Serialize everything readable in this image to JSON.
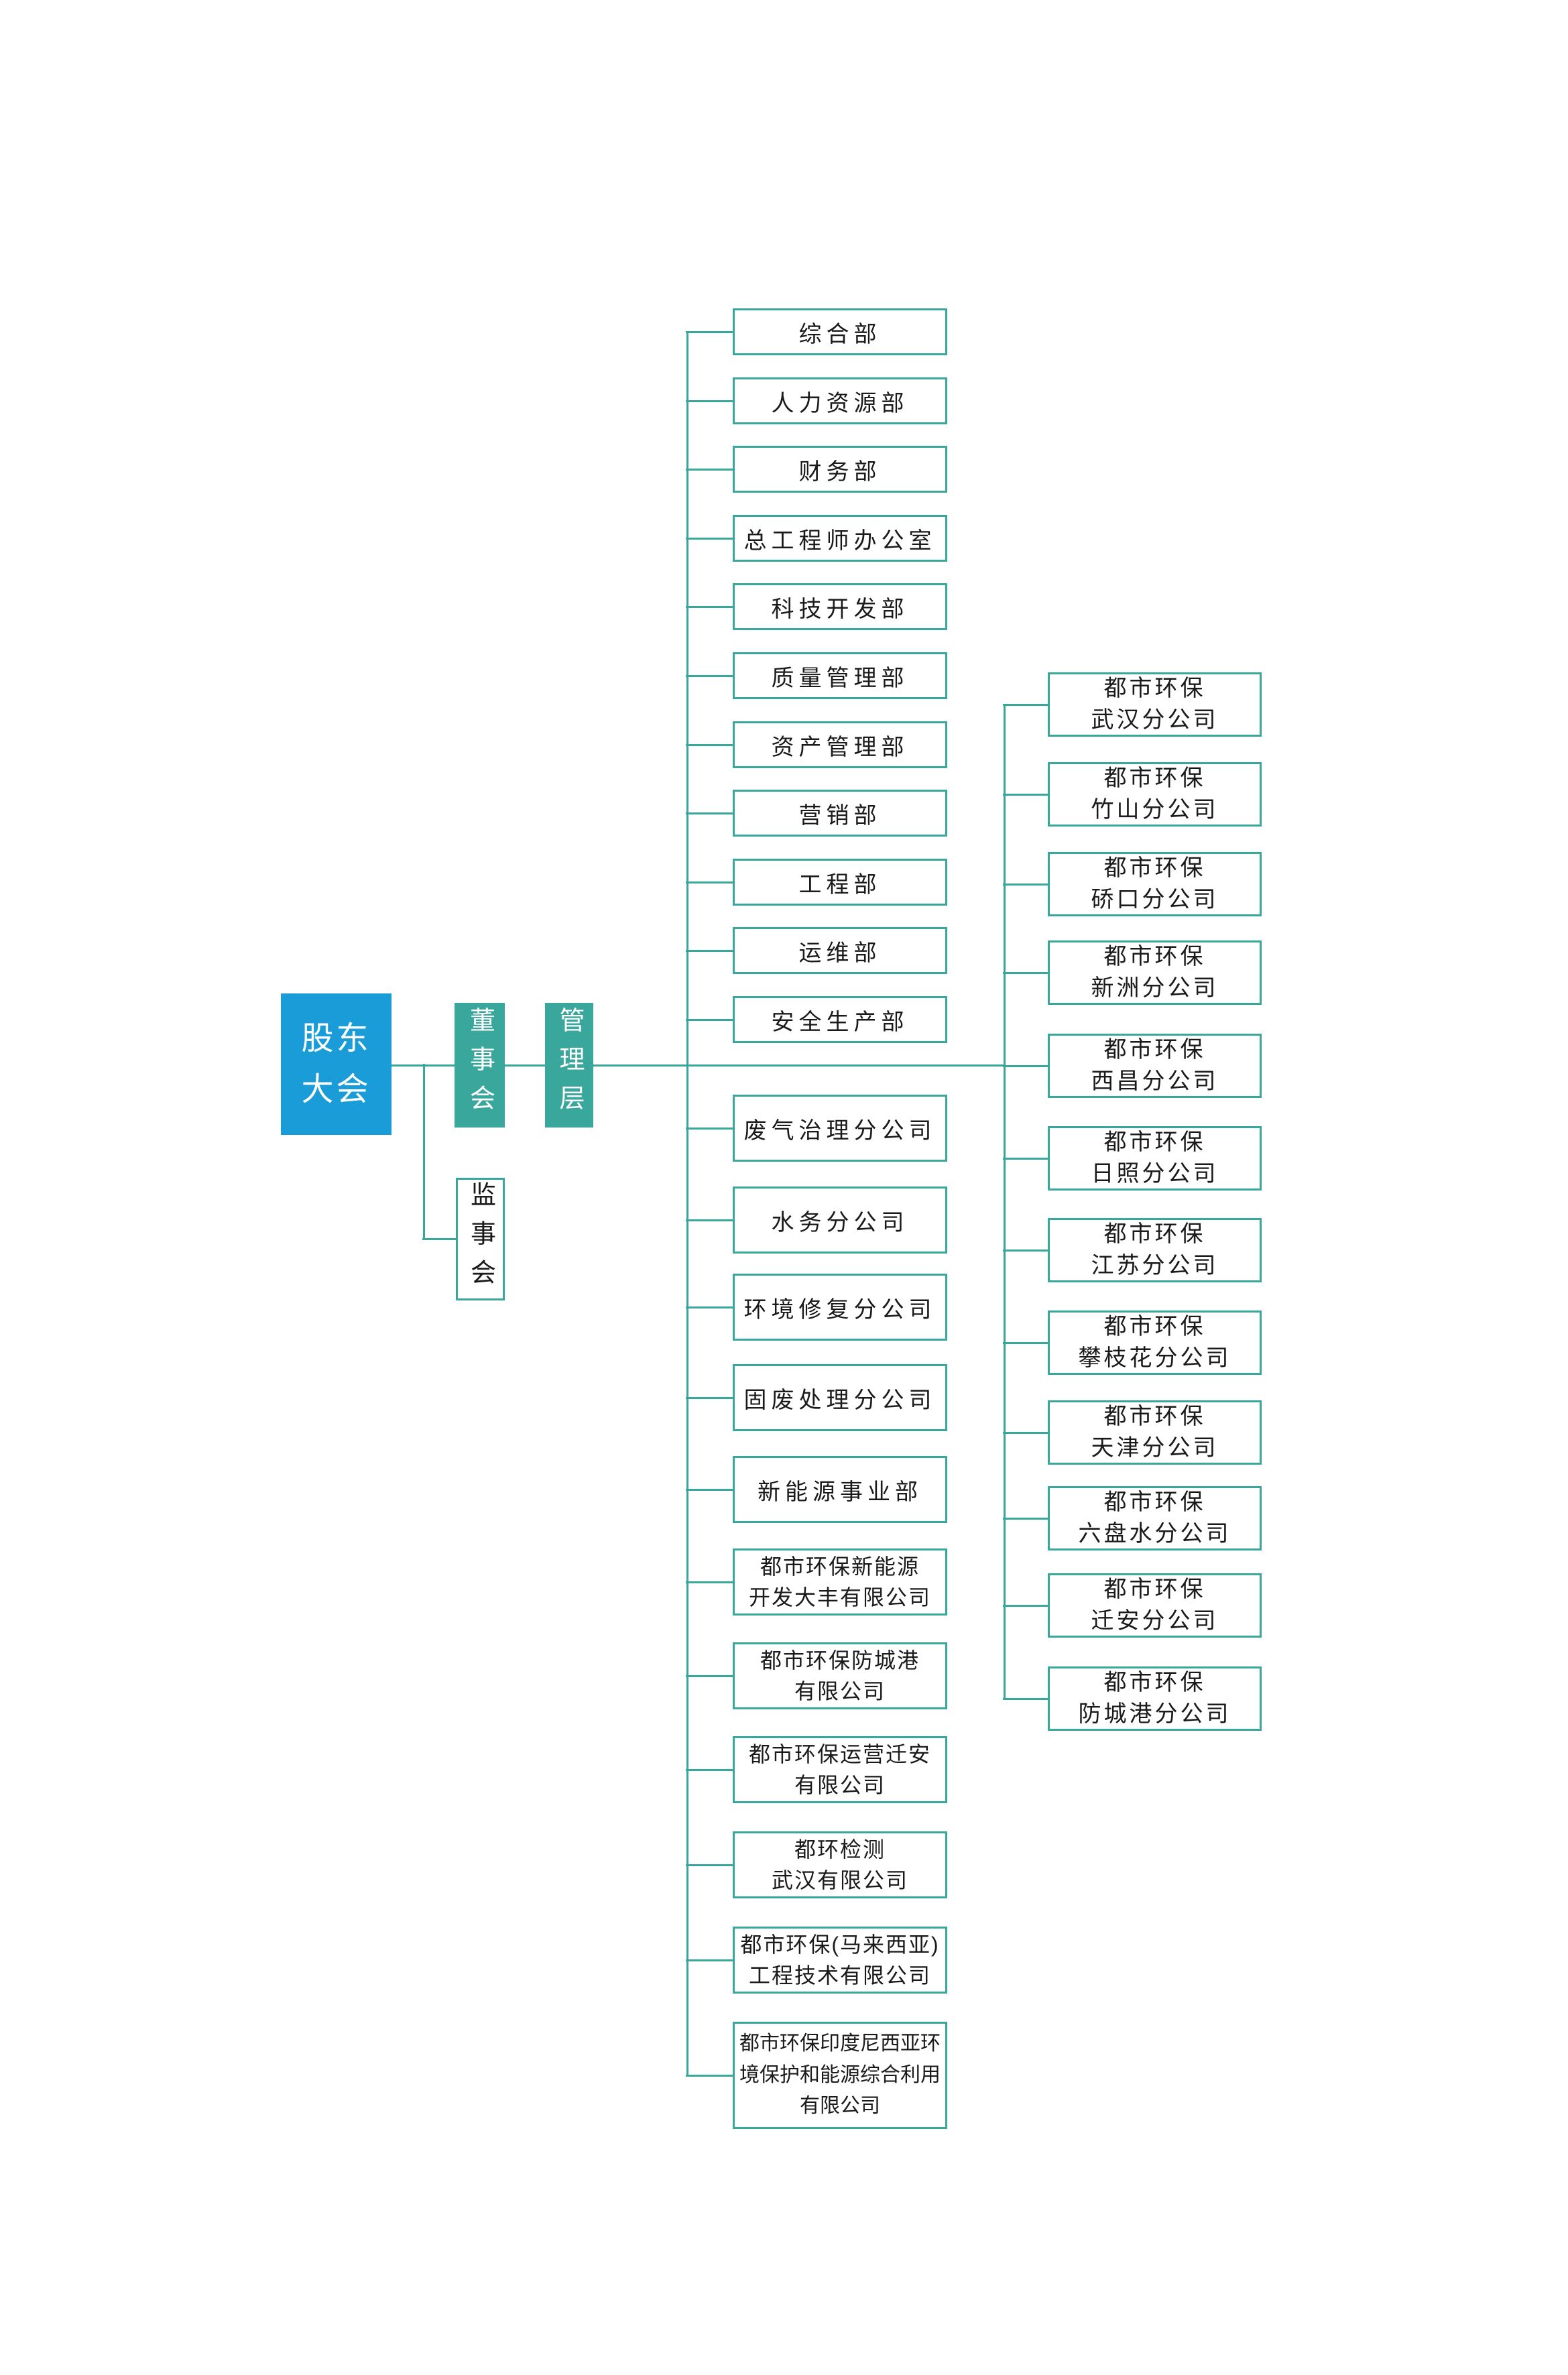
{
  "colors": {
    "primary_blue": "#1A9CD8",
    "teal": "#3AA79C",
    "text_dark": "#1A1A1A",
    "text_light": "#FFFFFF",
    "background": "#FFFFFF"
  },
  "root": {
    "label": "股东大会",
    "lines": "股东\n大会"
  },
  "board": {
    "label": "董事会"
  },
  "management": {
    "label": "管理层"
  },
  "supervisory": {
    "label": "监事会"
  },
  "departments": {
    "items": [
      {
        "label": "综合部"
      },
      {
        "label": "人力资源部"
      },
      {
        "label": "财务部"
      },
      {
        "label": "总工程师办公室"
      },
      {
        "label": "科技开发部"
      },
      {
        "label": "质量管理部"
      },
      {
        "label": "资产管理部"
      },
      {
        "label": "营销部"
      },
      {
        "label": "工程部"
      },
      {
        "label": "运维部"
      },
      {
        "label": "安全生产部"
      }
    ]
  },
  "subsidiaries": {
    "items": [
      {
        "label": "废气治理分公司"
      },
      {
        "label": "水务分公司"
      },
      {
        "label": "环境修复分公司"
      },
      {
        "label": "固废处理分公司"
      },
      {
        "label": "新能源事业部"
      },
      {
        "label": "都市环保新能源\n开发大丰有限公司"
      },
      {
        "label": "都市环保防城港\n有限公司"
      },
      {
        "label": "都市环保运营迁安\n有限公司"
      },
      {
        "label": "都环检测\n武汉有限公司"
      },
      {
        "label": "都市环保(马来西亚)\n工程技术有限公司"
      },
      {
        "label": "都市环保印度尼西亚环\n境保护和能源综合利用\n有限公司"
      }
    ]
  },
  "branches": {
    "items": [
      {
        "label": "都市环保\n武汉分公司"
      },
      {
        "label": "都市环保\n竹山分公司"
      },
      {
        "label": "都市环保\n硚口分公司"
      },
      {
        "label": "都市环保\n新洲分公司"
      },
      {
        "label": "都市环保\n西昌分公司"
      },
      {
        "label": "都市环保\n日照分公司"
      },
      {
        "label": "都市环保\n江苏分公司"
      },
      {
        "label": "都市环保\n攀枝花分公司"
      },
      {
        "label": "都市环保\n天津分公司"
      },
      {
        "label": "都市环保\n六盘水分公司"
      },
      {
        "label": "都市环保\n迁安分公司"
      },
      {
        "label": "都市环保\n防城港分公司"
      }
    ]
  }
}
